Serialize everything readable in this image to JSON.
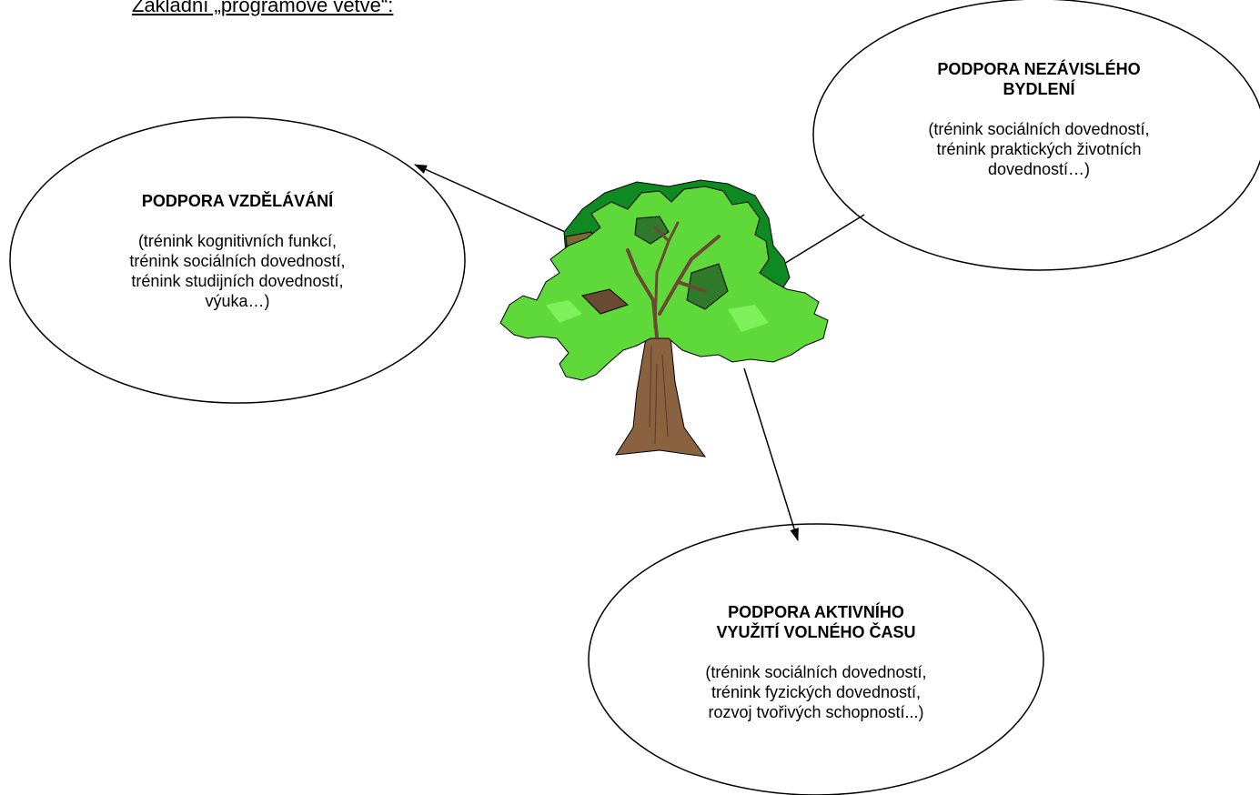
{
  "heading": "Základní „programové větve“:",
  "nodes": {
    "education": {
      "title_lines": [
        "PODPORA VZDĚLÁVÁNÍ"
      ],
      "desc_lines": [
        "(trénink kognitivních funkcí,",
        "trénink sociálních dovedností,",
        "trénink studijních dovedností,",
        "výuka…)"
      ]
    },
    "housing": {
      "title_lines": [
        "PODPORA NEZÁVISLÉHO",
        "BYDLENÍ"
      ],
      "desc_lines": [
        "(trénink sociálních dovedností,",
        "trénink praktických životních",
        "dovedností…)"
      ]
    },
    "leisure": {
      "title_lines": [
        "PODPORA AKTIVNÍHO",
        "VYUŽITÍ VOLNÉHO ČASU"
      ],
      "desc_lines": [
        "(trénink sociálních dovedností,",
        "trénink fyzických dovedností,",
        "rozvoj tvořivých schopností...)"
      ]
    }
  },
  "icons": {
    "center": "tree-icon",
    "connectors": "arrow-icon"
  },
  "colors": {
    "foliage_light": "#5fd93a",
    "foliage_dark": "#0f8a22",
    "foliage_shadow": "#2e7a2a",
    "trunk": "#8a6240",
    "branch": "#6b4a33",
    "outline": "#000000"
  }
}
